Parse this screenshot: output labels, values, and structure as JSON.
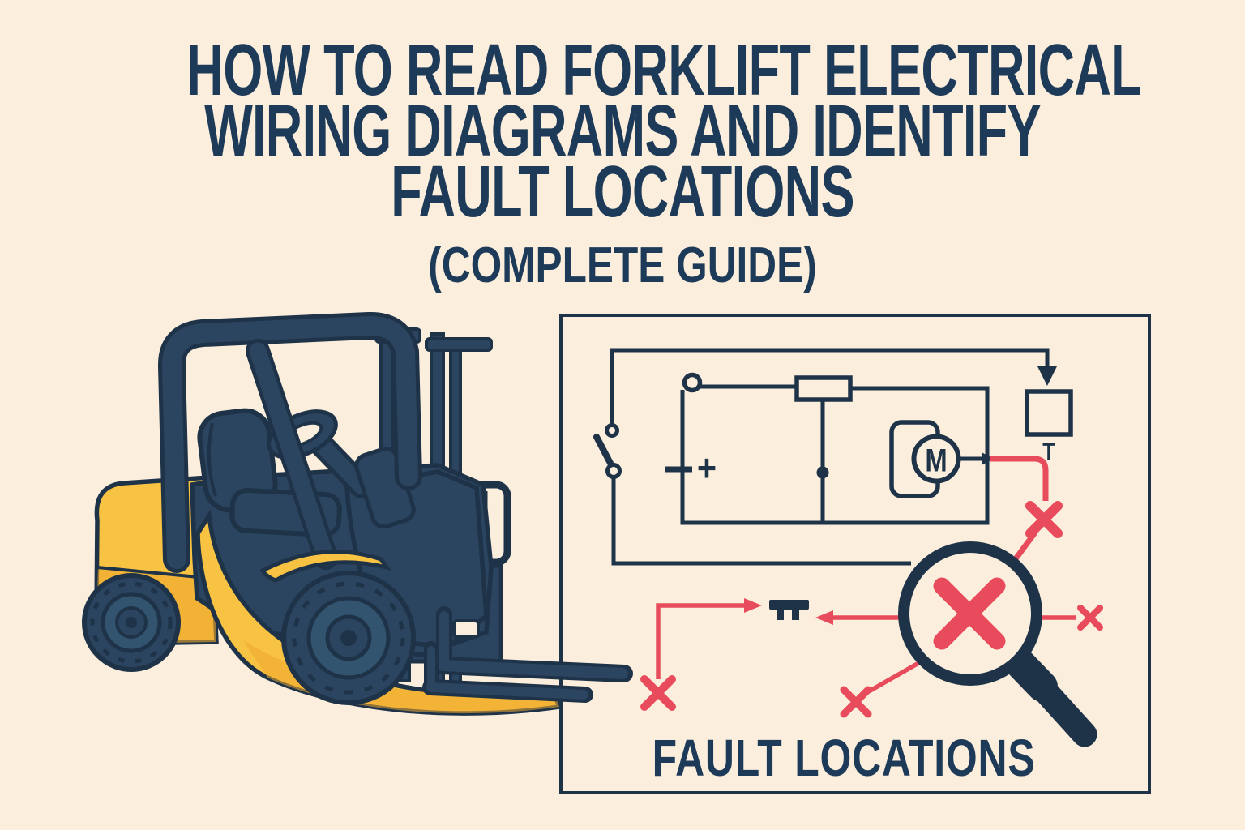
{
  "colors": {
    "bg": "#fbeedd",
    "ink": "#1e3348",
    "navy": "#2b4460",
    "navy2": "#33546f",
    "red": "#e84b5b",
    "yellow": "#f8c242",
    "yellow-dark": "#eda72f",
    "title": "#1d3b58"
  },
  "title": {
    "line1": "HOW TO READ FORKLIFT ELECTRICAL",
    "line2": "WIRING DIAGRAMS AND IDENTIFY",
    "line3": "FAULT LOCATIONS",
    "subtitle": "(COMPLETE GUIDE)"
  },
  "diagram_panel": {
    "caption": "FAULT LOCATIONS",
    "motor_label": "M",
    "terminal_label": "T",
    "battery_polarity": "+",
    "fault_x_count": 5,
    "icons": {
      "switch_icon": "open-knife-switch",
      "battery_icon": "cell-with-plus",
      "resistor_icon": "rectangle-resistor",
      "junction_icon": "filled-dot",
      "motor_icon": "circle-M",
      "terminal_box_icon": "square",
      "arrow_down_icon": "▼",
      "connector_icon": "terminal-bar-with-pins",
      "magnifier_icon": "magnifying-glass",
      "fault_x_icon": "✕",
      "trace_arrow_icon": "➤"
    }
  },
  "illustration": {
    "subject": "yellow-and-navy forklift with mast and fork tines"
  }
}
